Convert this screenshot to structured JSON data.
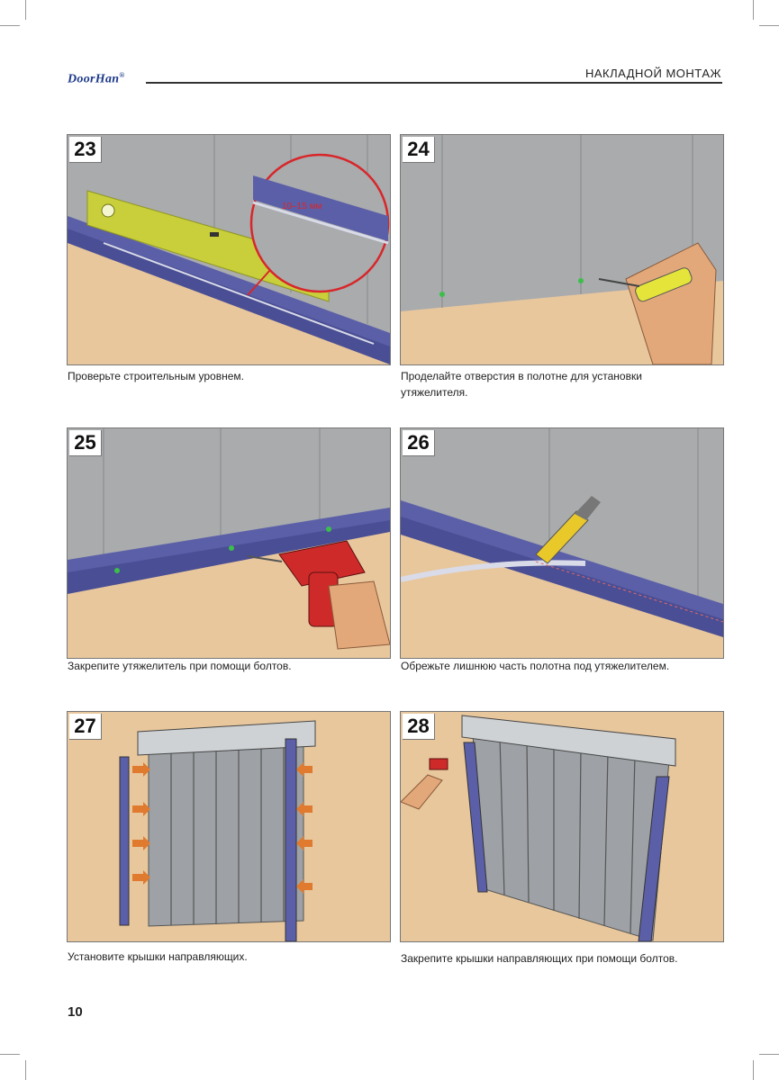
{
  "header": {
    "logo_text": "DoorHan",
    "logo_mark": "®",
    "section_title": "НАКЛАДНОЙ МОНТАЖ"
  },
  "steps": [
    {
      "number": "23",
      "caption": "Проверьте строительным уровнем.",
      "callout": "10–15 мм"
    },
    {
      "number": "24",
      "caption": "Проделайте отверстия в полотне для установки утяжелителя."
    },
    {
      "number": "25",
      "caption": "Закрепите утяжелитель при помощи болтов."
    },
    {
      "number": "26",
      "caption": "Обрежьте лишнюю часть полотна под утяжелителем."
    },
    {
      "number": "27",
      "caption": "Установите крышки направляющих."
    },
    {
      "number": "28",
      "caption": "Закрепите крышки направляющих при помощи болтов."
    }
  ],
  "footer": {
    "page_number": "10"
  },
  "colors": {
    "brand": "#1d3a8a",
    "floor": "#e8c79d",
    "wall": "#a9abad",
    "rail": "#5b5fa8",
    "level": "#c8cf3a"
  }
}
